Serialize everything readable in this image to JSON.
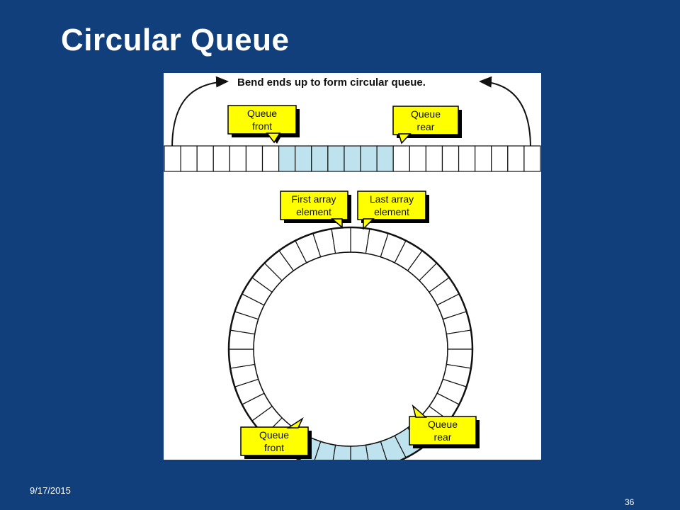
{
  "slide": {
    "title": "Circular Queue",
    "date": "9/17/2015",
    "page_number": "36"
  },
  "diagram": {
    "caption": "Bend ends up to form circular queue.",
    "linear_array": {
      "cell_count": 23,
      "highlight_range": [
        7,
        13
      ]
    },
    "ring": {
      "segment_count": 40,
      "highlight_range": [
        16,
        22
      ]
    },
    "callouts": {
      "top_front": [
        "Queue",
        "front"
      ],
      "top_rear": [
        "Queue",
        "rear"
      ],
      "first_array": [
        "First array",
        "element"
      ],
      "last_array": [
        "Last array",
        "element"
      ],
      "ring_front": [
        "Queue",
        "front"
      ],
      "ring_rear": [
        "Queue",
        "rear"
      ]
    },
    "colors": {
      "background": "#113f7c",
      "highlight": "#bfe3ee",
      "callout": "#ffff00",
      "callout_shadow": "#000000"
    }
  }
}
